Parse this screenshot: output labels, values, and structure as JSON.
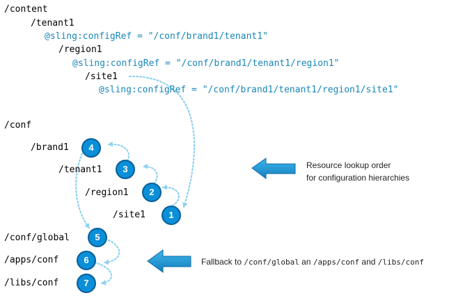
{
  "content_tree": {
    "root": "/content",
    "tenant": "/tenant1",
    "tenant_ref": "@sling:configRef = \"/conf/brand1/tenant1\"",
    "region": "/region1",
    "region_ref": "@sling:configRef = \"/conf/brand1/tenant1/region1\"",
    "site": "/site1",
    "site_ref": "@sling:configRef = \"/conf/brand1/tenant1/region1/site1\""
  },
  "conf_tree": {
    "root": "/conf",
    "brand": "/brand1",
    "tenant": "/tenant1",
    "region": "/region1",
    "site": "/site1"
  },
  "fallbacks": {
    "conf_global": "/conf/global",
    "apps_conf": "/apps/conf",
    "libs_conf": "/libs/conf"
  },
  "badges": {
    "site": "1",
    "region": "2",
    "tenant": "3",
    "brand": "4",
    "conf_global": "5",
    "apps_conf": "6",
    "libs_conf": "7"
  },
  "annotations": {
    "lookup_line1": "Resource lookup order",
    "lookup_line2": "for configuration hierarchies",
    "fallback_prefix": "Fallback to ",
    "fallback_path1": "/conf/global",
    "fallback_mid1": " an ",
    "fallback_path2": "/apps/conf",
    "fallback_mid2": " and ",
    "fallback_path3": "/libs/conf"
  },
  "colors": {
    "badge_fill": "#0a8fd8",
    "badge_border": "#0a5e97",
    "ref_text": "#1a86b8",
    "dotted_arrow": "#8fd3f0",
    "big_arrow": "#1b9ad6"
  }
}
